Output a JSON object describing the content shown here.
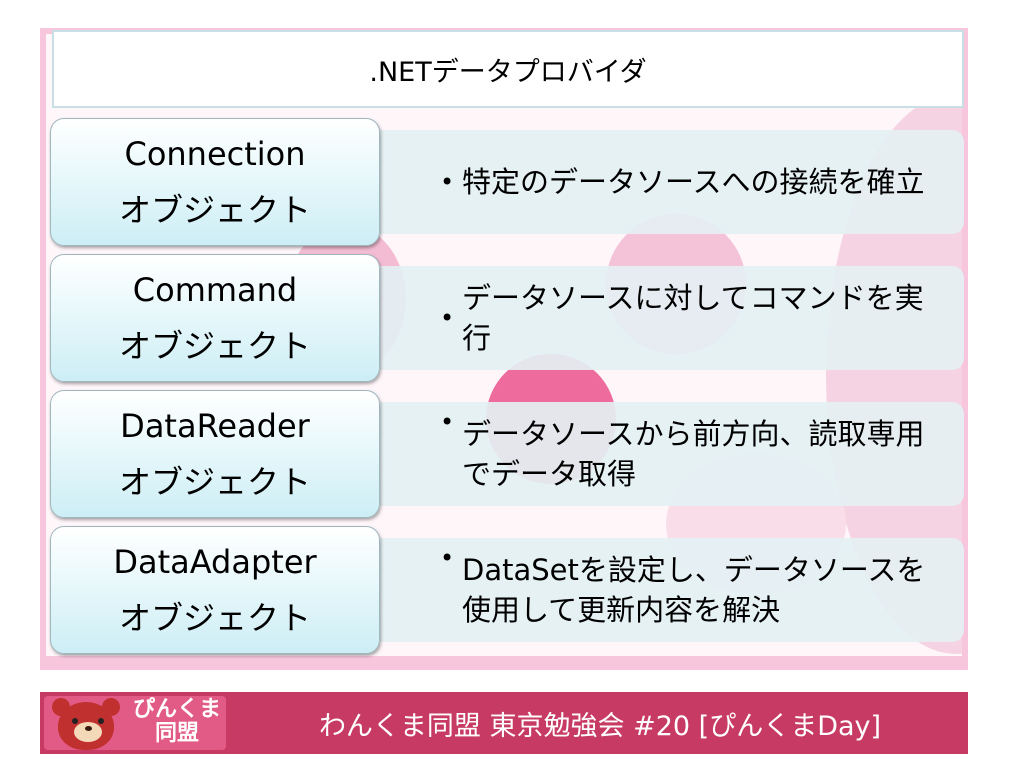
{
  "slide": {
    "title": ".NETデータプロバイダ",
    "rows": [
      {
        "object_name": "Connection",
        "object_suffix": "オブジェクト",
        "bullet": "•",
        "description": "特定のデータソースへの接続を確立"
      },
      {
        "object_name": "Command",
        "object_suffix": "オブジェクト",
        "bullet": "•",
        "description": "データソースに対してコマンドを実行"
      },
      {
        "object_name": "DataReader",
        "object_suffix": "オブジェクト",
        "bullet": "•",
        "description": "データソースから前方向、読取専用でデータ取得"
      },
      {
        "object_name": "DataAdapter",
        "object_suffix": "オブジェクト",
        "bullet": "•",
        "description": "DataSetを設定し、データソースを使用して更新内容を解決"
      }
    ]
  },
  "footer": {
    "logo_line1": "ぴんくま",
    "logo_line2": "同盟",
    "logo_icon": "bear-icon",
    "text": "わんくま同盟 東京勉強会 #20 [ぴんくまDay]"
  },
  "colors": {
    "footer_bar": "#c73a64",
    "frame_pink": "#f7c6dc",
    "object_box_gradient_end": "#cdeef5",
    "description_bg": "#e4f0f3"
  }
}
